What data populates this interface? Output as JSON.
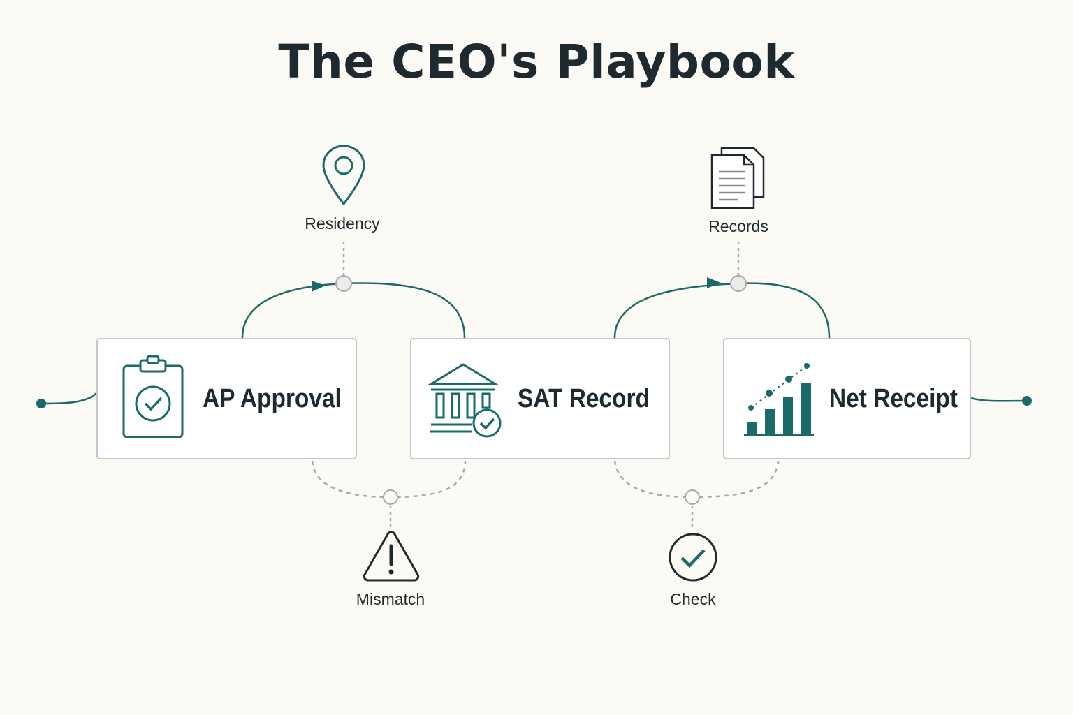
{
  "title": "The CEO's Playbook",
  "colors": {
    "accent": "#1b6a6a",
    "text": "#1f2a30",
    "background": "#fcfaf4",
    "node_border": "#c6c6c6",
    "dashed": "#a8a8a8"
  },
  "steps": [
    {
      "label": "AP Approval",
      "icon": "clipboard-check-icon"
    },
    {
      "label": "SAT Record",
      "icon": "bank-check-icon"
    },
    {
      "label": "Net Receipt",
      "icon": "bar-chart-growth-icon"
    }
  ],
  "top_notes": [
    {
      "label": "Residency",
      "icon": "location-pin-icon"
    },
    {
      "label": "Records",
      "icon": "documents-icon"
    }
  ],
  "bottom_notes": [
    {
      "label": "Mismatch",
      "icon": "warning-triangle-icon"
    },
    {
      "label": "Check",
      "icon": "check-circle-icon"
    }
  ]
}
